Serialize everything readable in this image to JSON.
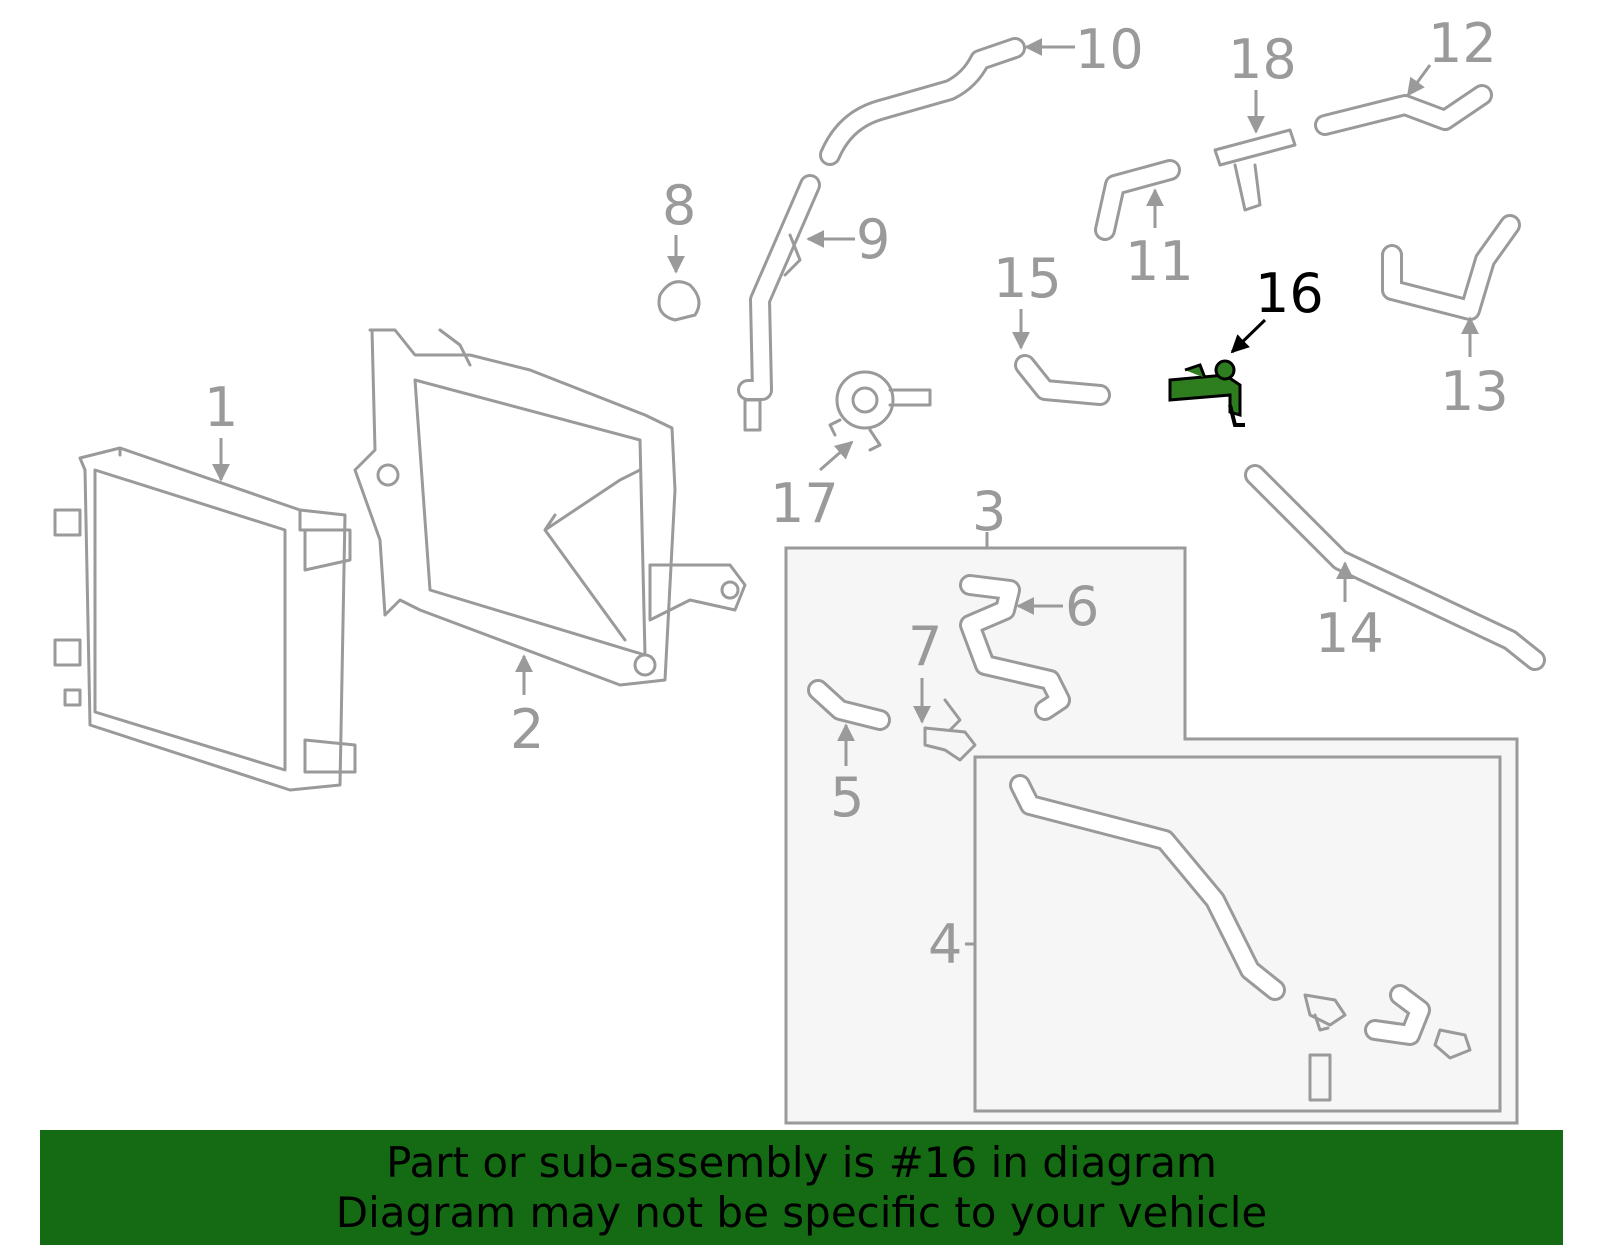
{
  "callouts": {
    "c1": "1",
    "c2": "2",
    "c3": "3",
    "c4": "4",
    "c5": "5",
    "c6": "6",
    "c7": "7",
    "c8": "8",
    "c9": "9",
    "c10": "10",
    "c11": "11",
    "c12": "12",
    "c13": "13",
    "c14": "14",
    "c15": "15",
    "c16": "16",
    "c17": "17",
    "c18": "18"
  },
  "highlight_part": "16",
  "colors": {
    "part_lines": "#9a9a9a",
    "highlight": "#2e7d1f",
    "banner": "#156a14",
    "inset_bg": "#f6f6f6"
  },
  "banner": {
    "line1": "Part or sub-assembly is #16 in diagram",
    "line2": "Diagram may not be specific to your vehicle"
  }
}
